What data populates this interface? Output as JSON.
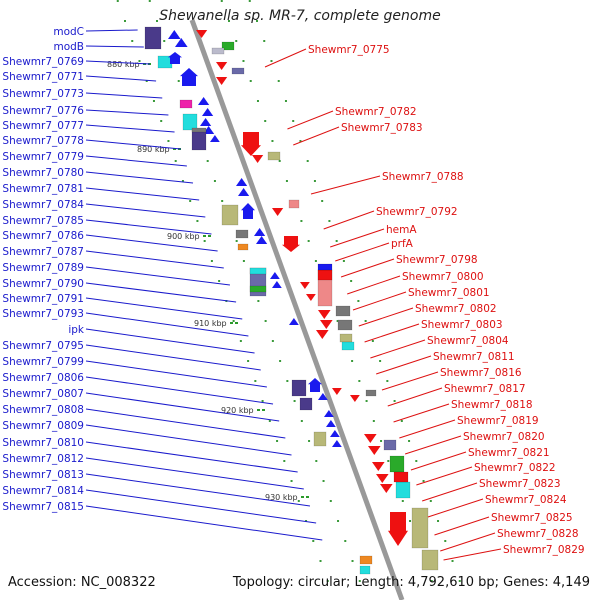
{
  "title": "Shewanella sp. MR-7, complete genome",
  "accession": "Accession: NC_008322",
  "topology": "Topology: circular; Length: 4,792,610 bp; Genes: 4,149",
  "colors": {
    "left_label": "#1a1acc",
    "right_label": "#dd1111",
    "backbone": "#999999",
    "tick": "#2a9a2a"
  },
  "ticks": [
    "880 kbp",
    "890 kbp",
    "900 kbp",
    "910 kbp",
    "920 kbp",
    "930 kbp"
  ],
  "left_genes": [
    "modC",
    "modB",
    "Shewmr7_0769",
    "Shewmr7_0771",
    "Shewmr7_0773",
    "Shewmr7_0776",
    "Shewmr7_0777",
    "Shewmr7_0778",
    "Shewmr7_0779",
    "Shewmr7_0780",
    "Shewmr7_0781",
    "Shewmr7_0784",
    "Shewmr7_0785",
    "Shewmr7_0786",
    "Shewmr7_0787",
    "Shewmr7_0789",
    "Shewmr7_0790",
    "Shewmr7_0791",
    "Shewmr7_0793",
    "ipk",
    "Shewmr7_0795",
    "Shewmr7_0799",
    "Shewmr7_0806",
    "Shewmr7_0807",
    "Shewmr7_0808",
    "Shewmr7_0809",
    "Shewmr7_0810",
    "Shewmr7_0812",
    "Shewmr7_0813",
    "Shewmr7_0814",
    "Shewmr7_0815"
  ],
  "right_genes": [
    "Shewmr7_0775",
    "Shewmr7_0782",
    "Shewmr7_0783",
    "Shewmr7_0788",
    "Shewmr7_0792",
    "hemA",
    "prfA",
    "Shewmr7_0798",
    "Shewmr7_0800",
    "Shewmr7_0801",
    "Shewmr7_0802",
    "Shewmr7_0803",
    "Shewmr7_0804",
    "Shewmr7_0811",
    "Shewmr7_0816",
    "Shewmr7_0817",
    "Shewmr7_0818",
    "Shewmr7_0819",
    "Shewmr7_0820",
    "Shewmr7_0821",
    "Shewmr7_0822",
    "Shewmr7_0823",
    "Shewmr7_0824",
    "Shewmr7_0825",
    "Shewmr7_0828",
    "Shewmr7_0829"
  ]
}
